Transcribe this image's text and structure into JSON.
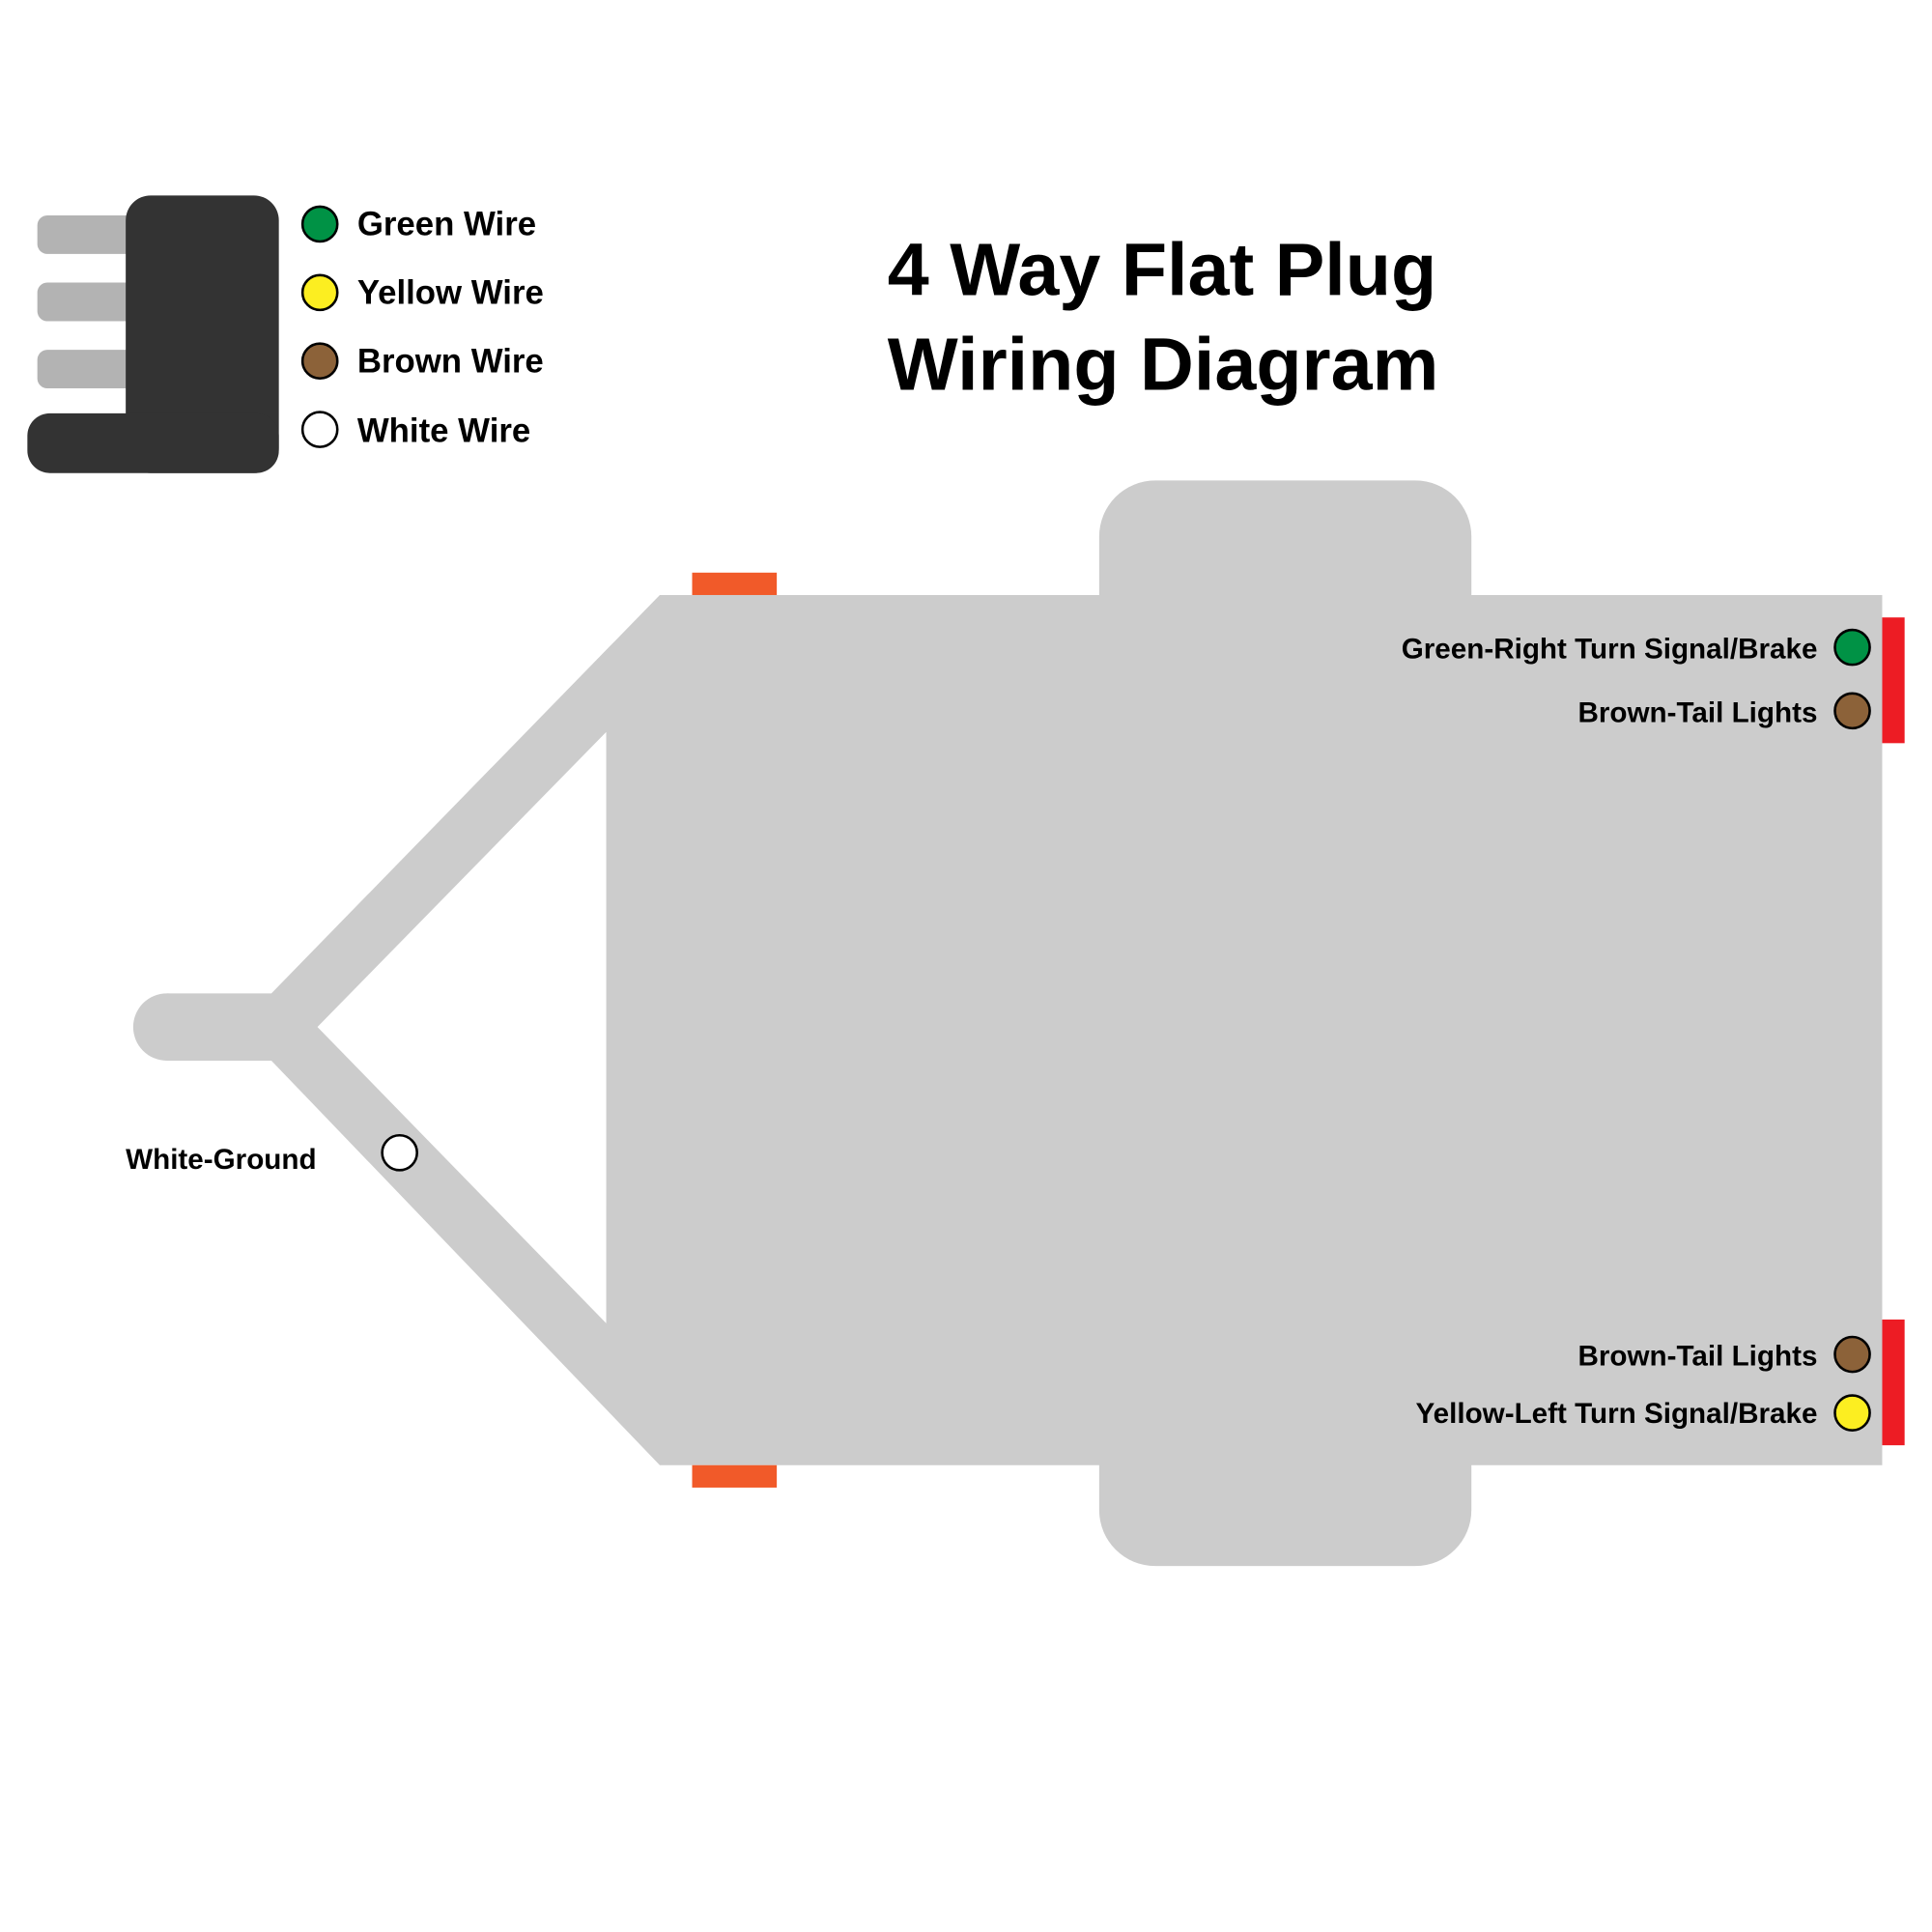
{
  "title": {
    "line1": "4 Way Flat Plug",
    "line2": "Wiring Diagram"
  },
  "legend": [
    {
      "label": "Green Wire",
      "color": "#009245"
    },
    {
      "label": "Yellow Wire",
      "color": "#fcee21"
    },
    {
      "label": "Brown Wire",
      "color": "#8c6239"
    },
    {
      "label": "White Wire",
      "color": "#ffffff"
    }
  ],
  "connections": {
    "right_front": [
      {
        "label": "Green-Right Turn Signal/Brake",
        "color": "#009245"
      },
      {
        "label": "Brown-Tail Lights",
        "color": "#8c6239"
      }
    ],
    "left_rear": [
      {
        "label": "Brown-Tail Lights",
        "color": "#8c6239"
      },
      {
        "label": "Yellow-Left Turn Signal/Brake",
        "color": "#fcee21"
      }
    ],
    "ground": {
      "label": "White-Ground",
      "color": "#ffffff"
    }
  },
  "colors": {
    "trailer": "#cccccc",
    "plug_body": "#333333",
    "prong": "#b3b3b3",
    "marker_light": "#f15a29",
    "tail_light": "#ed1c24"
  }
}
